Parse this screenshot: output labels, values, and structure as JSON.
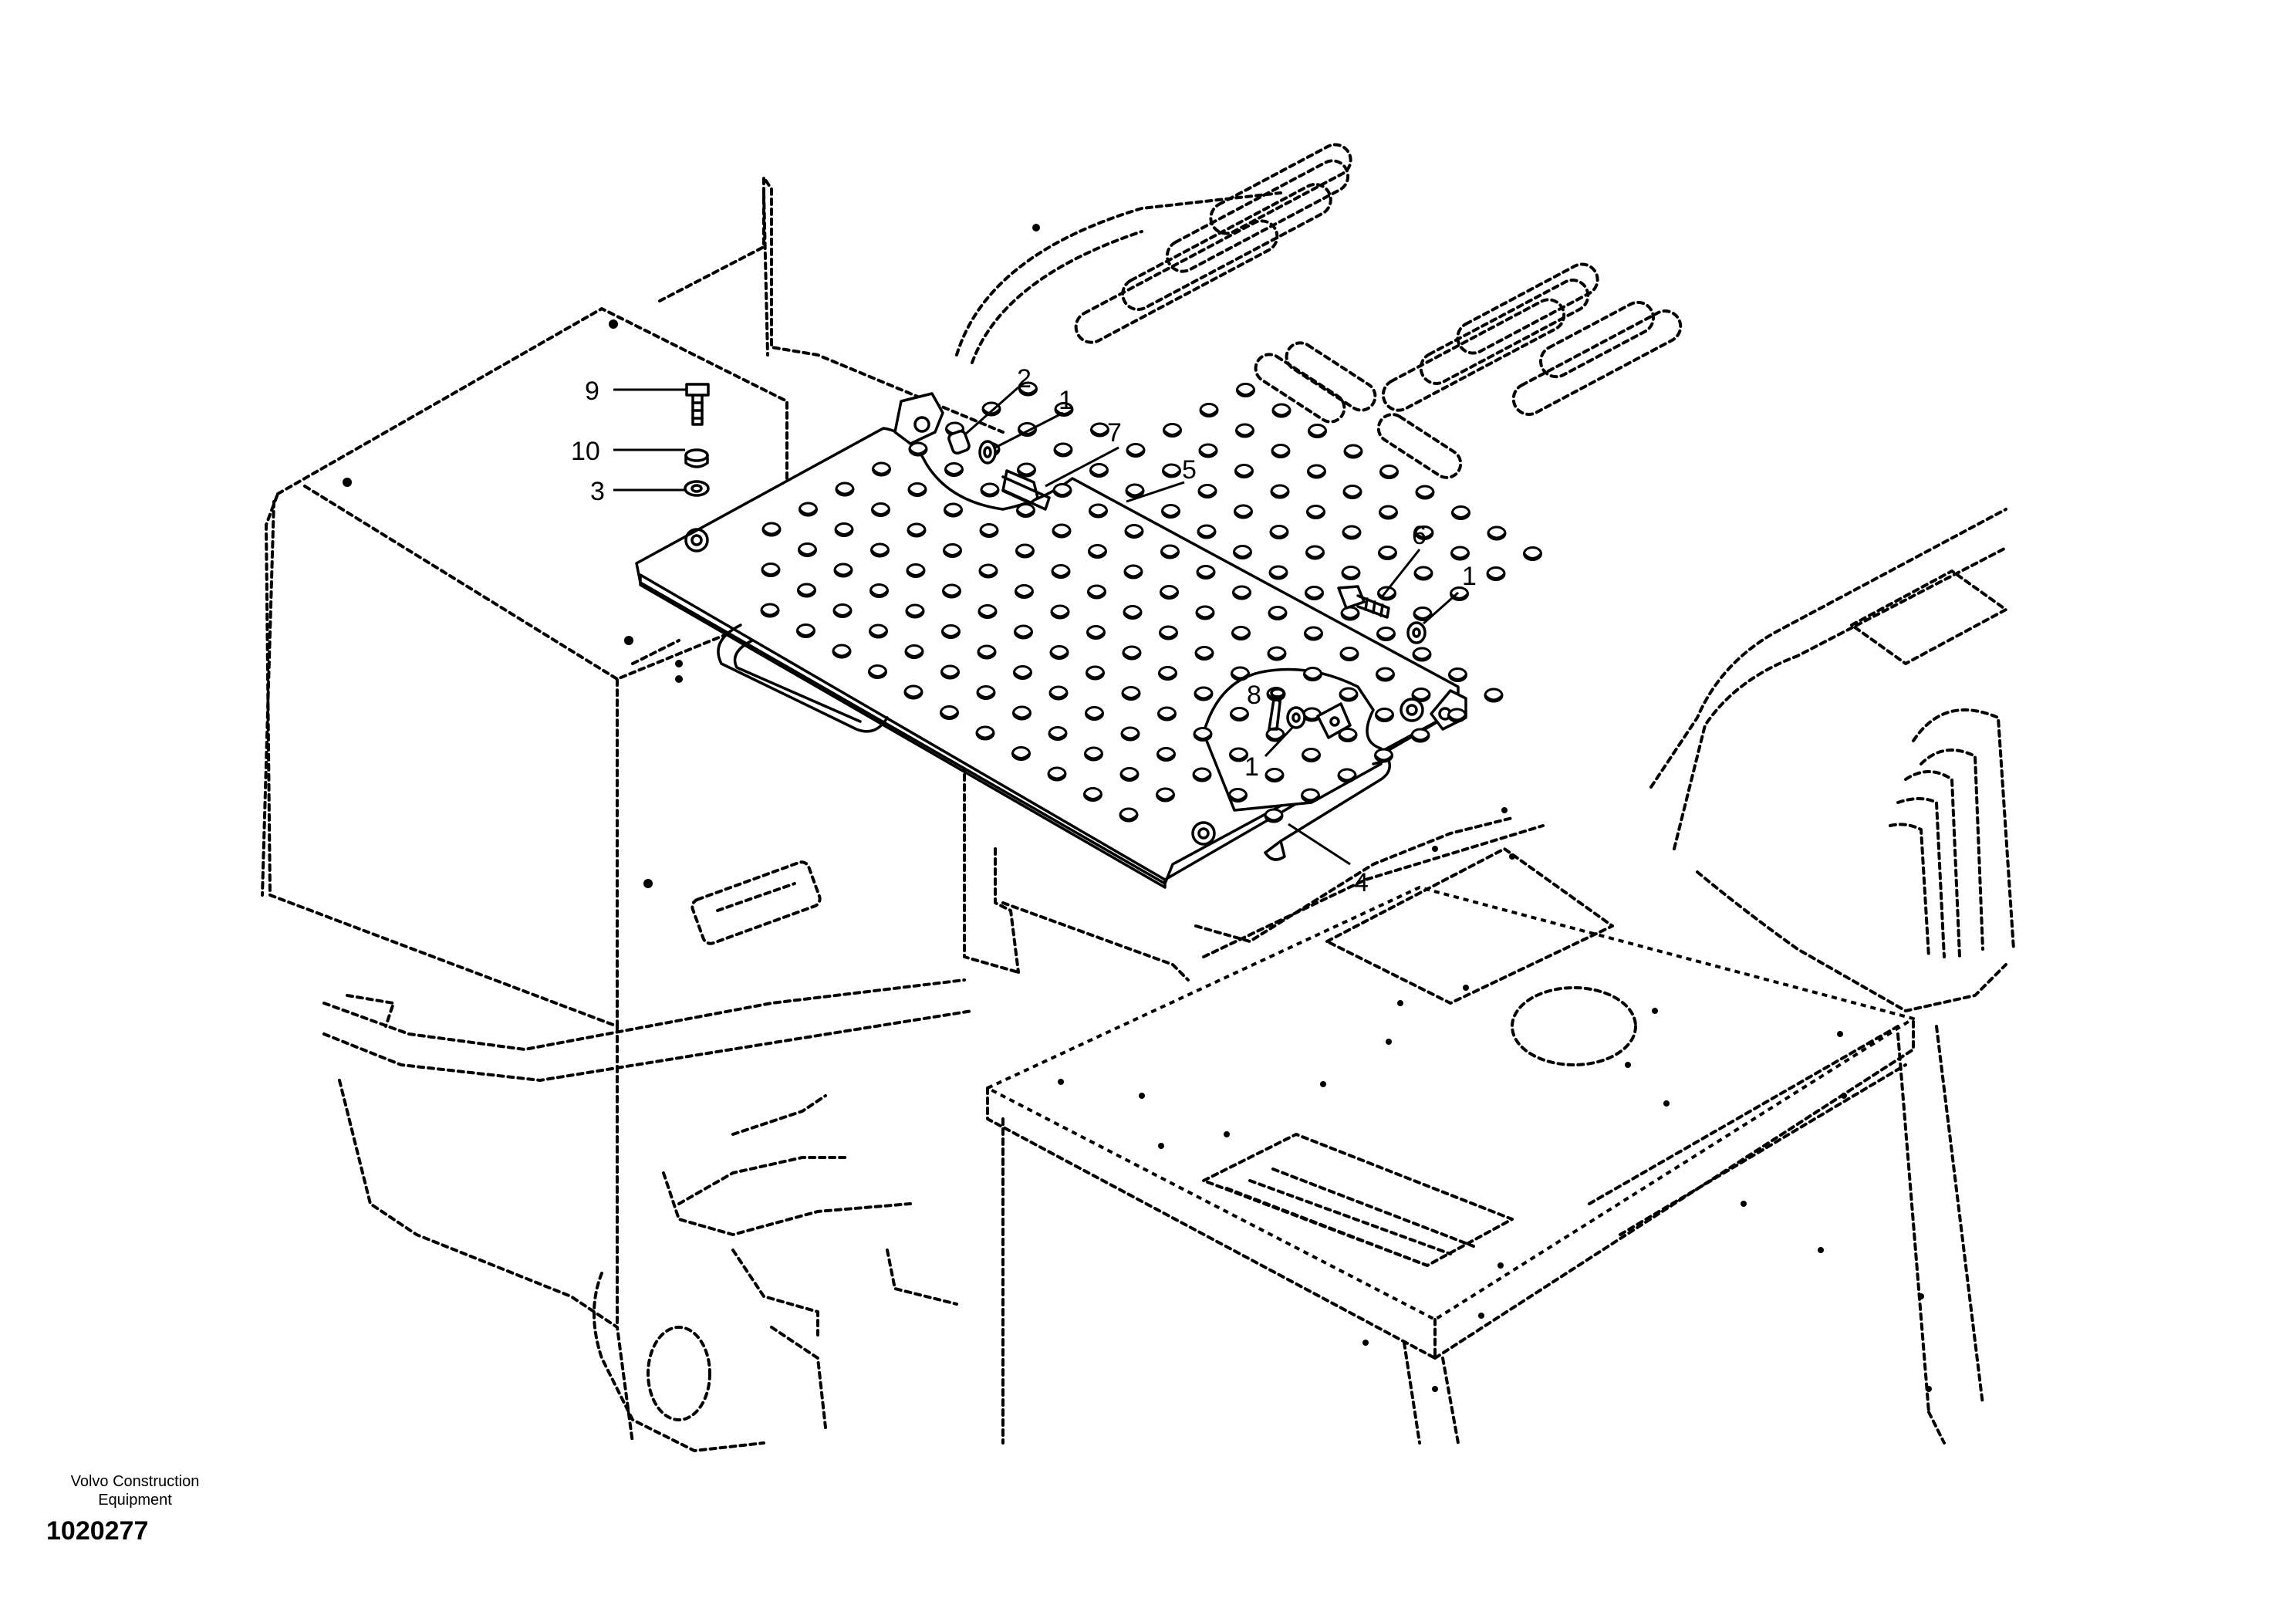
{
  "callouts": {
    "c1a": "1",
    "c1b": "1",
    "c1c": "1",
    "c2": "2",
    "c3": "3",
    "c4": "4",
    "c5": "5",
    "c6": "6",
    "c7": "7",
    "c8": "8",
    "c9": "9",
    "c10": "10"
  },
  "credit": {
    "line1": "Volvo Construction",
    "line2": "Equipment",
    "figure_number": "1020277"
  }
}
